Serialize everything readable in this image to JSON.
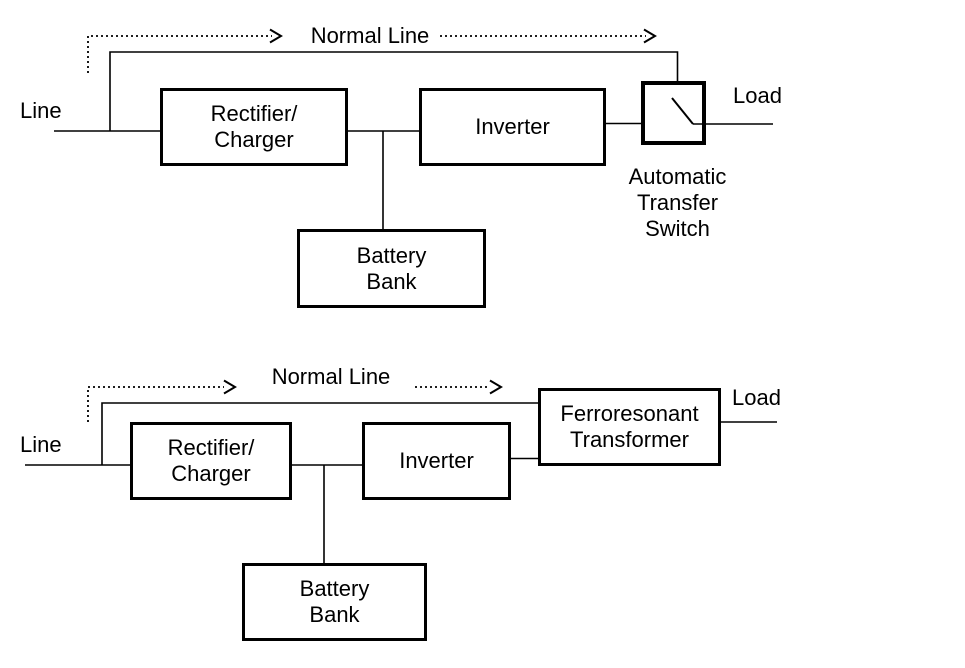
{
  "colors": {
    "ink": "#000000",
    "paper": "#ffffff"
  },
  "top_diagram": {
    "line_label": "Line",
    "normal_line_label": "Normal Line",
    "rectifier_charger_box": "Rectifier/\nCharger",
    "inverter_box": "Inverter",
    "battery_bank_box": "Battery\nBank",
    "automatic_transfer_switch_label": "Automatic\nTransfer\nSwitch",
    "load_label": "Load"
  },
  "bottom_diagram": {
    "line_label": "Line",
    "normal_line_label": "Normal Line",
    "rectifier_charger_box": "Rectifier/\nCharger",
    "inverter_box": "Inverter",
    "battery_bank_box": "Battery\nBank",
    "ferroresonant_transformer_box": "Ferroresonant\nTransformer",
    "load_label": "Load"
  }
}
